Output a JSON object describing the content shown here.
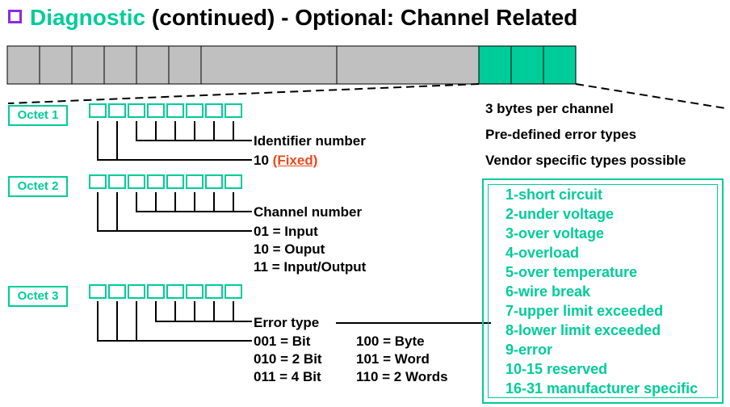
{
  "title": {
    "accent": "Diagnostic",
    "rest": "(continued) - Optional: Channel Related"
  },
  "frame": {
    "colors": {
      "gray": "#c0c0c0",
      "highlight": "#00cc99"
    }
  },
  "info": [
    "3 bytes per channel",
    "Pre-defined error types",
    "Vendor specific types possible"
  ],
  "octets": {
    "octet1": {
      "label": "Octet 1",
      "identifier": "Identifier number",
      "fixed_value": "10",
      "fixed_label": "(Fixed)"
    },
    "octet2": {
      "label": "Octet 2",
      "channel": "Channel number",
      "options": [
        "01 = Input",
        "10 = Ouput",
        "11 = Input/Output"
      ]
    },
    "octet3": {
      "label": "Octet 3",
      "error_type": "Error type",
      "col1": [
        "001 = Bit",
        "010 = 2 Bit",
        "011 = 4 Bit"
      ],
      "col2": [
        "100 = Byte",
        "101 = Word",
        "110 = 2 Words"
      ]
    }
  },
  "error_types": [
    "1-short circuit",
    "2-under voltage",
    "3-over voltage",
    "4-overload",
    "5-over temperature",
    "6-wire break",
    "7-upper limit exceeded",
    "8-lower limit exceeded",
    "9-error",
    "10-15 reserved",
    "16-31 manufacturer specific"
  ]
}
